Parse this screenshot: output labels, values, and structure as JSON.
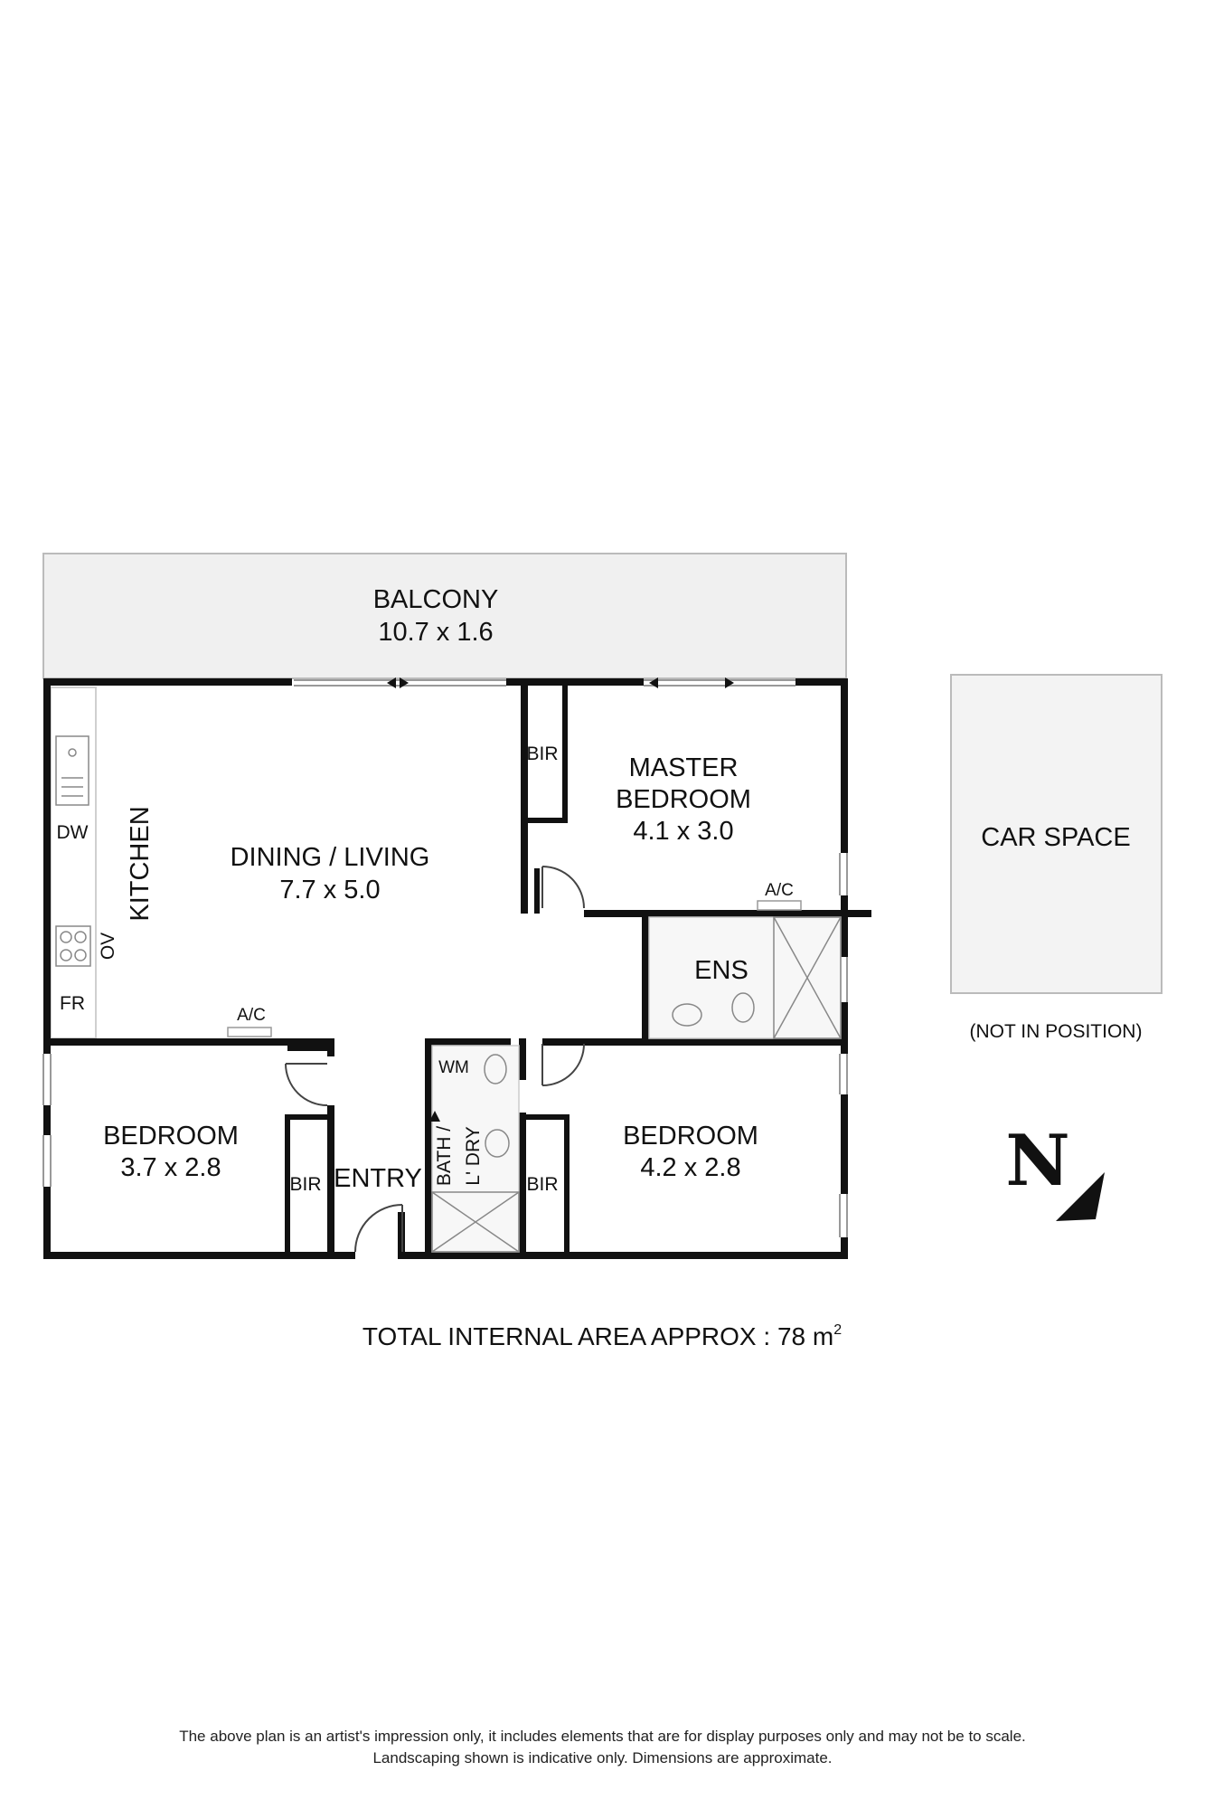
{
  "rooms": {
    "balcony": {
      "name": "BALCONY",
      "dims": "10.7 x 1.6"
    },
    "dining_living": {
      "name": "DINING / LIVING",
      "dims": "7.7 x 5.0"
    },
    "kitchen": {
      "name": "KITCHEN"
    },
    "master_bedroom": {
      "name_line1": "MASTER",
      "name_line2": "BEDROOM",
      "dims": "4.1 x 3.0"
    },
    "ensuite": {
      "name": "ENS"
    },
    "bedroom_left": {
      "name": "BEDROOM",
      "dims": "3.7 x 2.8"
    },
    "bedroom_right": {
      "name": "BEDROOM",
      "dims": "4.2 x 2.8"
    },
    "entry": {
      "name": "ENTRY"
    },
    "bath_laundry": {
      "name_line1": "BATH /",
      "name_line2": "L' DRY"
    },
    "car_space": {
      "name": "CAR SPACE",
      "note": "(NOT IN POSITION)"
    }
  },
  "fixtures": {
    "bir": "BIR",
    "dw": "DW",
    "ov": "OV",
    "fr": "FR",
    "ac": "A/C",
    "wm": "WM"
  },
  "compass": {
    "letter": "N"
  },
  "total_area": {
    "text": "TOTAL INTERNAL AREA APPROX : 78 m",
    "unit_sup": "2"
  },
  "disclaimer": {
    "line1": "The above plan is an artist's impression only, it includes elements that are for display purposes only and may not be to scale.",
    "line2": "Landscaping shown is indicative only. Dimensions are approximate."
  }
}
